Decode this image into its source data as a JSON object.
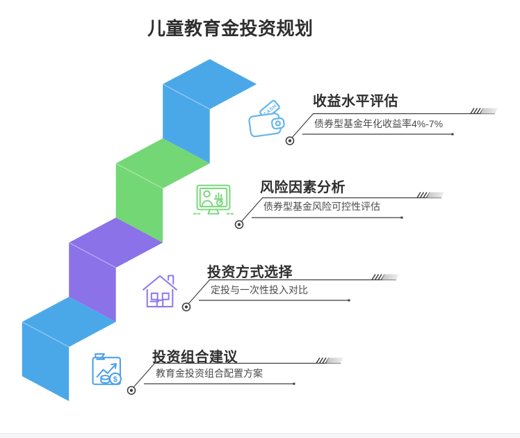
{
  "page": {
    "title": "儿童教育金投资规划"
  },
  "theme": {
    "step_blue": "#4BA8E8",
    "step_green": "#74D776",
    "step_purple": "#8B72E9",
    "line_color": "#3F3F3F",
    "title_color": "#2E2E2E",
    "subtitle_color": "#4A4A4A",
    "band_dark": "#C4C4C4",
    "band_light": "#EFEFEF",
    "icon_wallet": "#64B5EC",
    "icon_monitor": "#7BD97D",
    "icon_house": "#8D7BEE",
    "icon_chart": "#4AA0E8",
    "footer_bar": "#F6F6F8",
    "footer_border": "#ECECEC"
  },
  "icons": {
    "wallet_note": "CASH",
    "dollar_symbol": "$"
  },
  "sections": [
    {
      "title": "收益水平评估",
      "subtitle": "债券型基金年化收益率4%-7%",
      "icon": "wallet-cash-icon"
    },
    {
      "title": "风险因素分析",
      "subtitle": "债券型基金风险可控性评估",
      "icon": "monitor-analysis-icon"
    },
    {
      "title": "投资方式选择",
      "subtitle": "定投与一次性投入对比",
      "icon": "house-icon"
    },
    {
      "title": "投资组合建议",
      "subtitle": "教育金投资组合配置方案",
      "icon": "growth-chart-money-icon"
    }
  ],
  "staircase": {
    "step_colors": [
      "blue",
      "green",
      "purple",
      "blue"
    ]
  }
}
